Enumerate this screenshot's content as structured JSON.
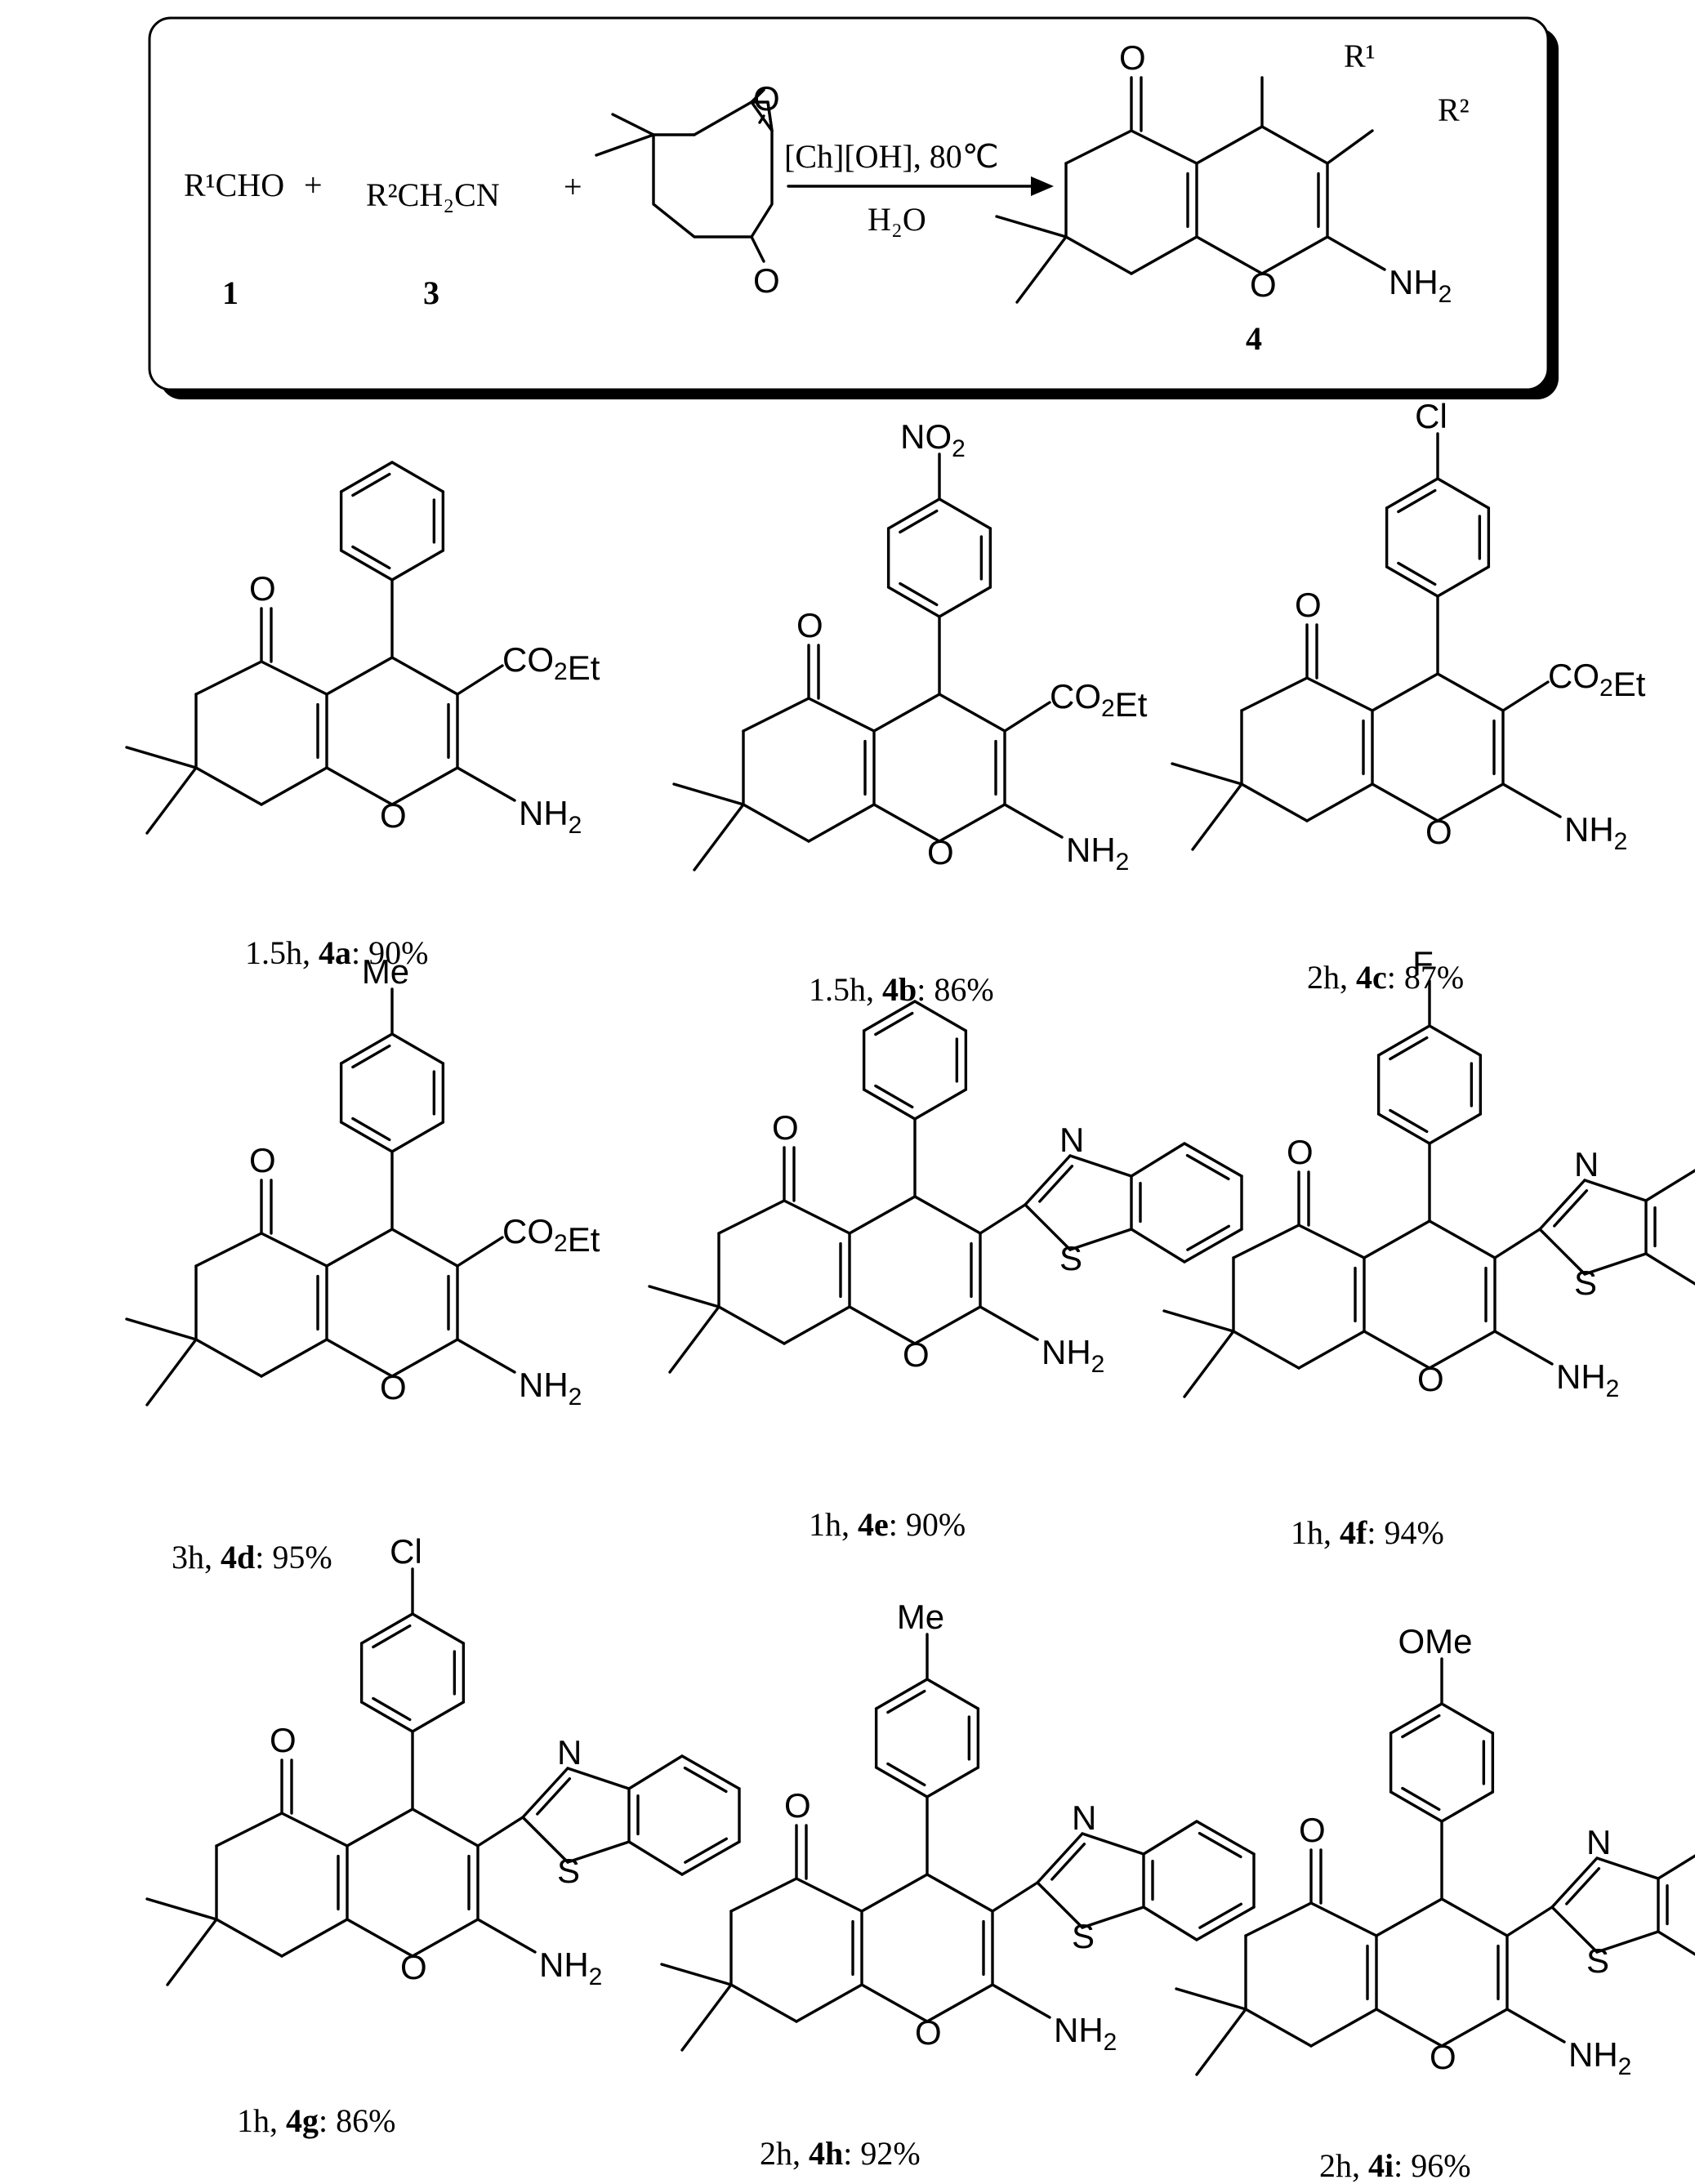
{
  "reaction": {
    "reagent_1": "R¹CHO",
    "plus_1": "+",
    "reagent_3": "R²CH₂CN",
    "plus_2": "+",
    "label_1": "1",
    "label_3": "3",
    "conditions_top": "[Ch][OH], 80℃",
    "conditions_bottom": "H₂O",
    "product_label": "4",
    "product_r1": "R¹",
    "product_r2": "R²"
  },
  "atoms": {
    "oxygen": "O",
    "amine": "NH₂",
    "ester": "CO₂Et",
    "nitrogen": "N",
    "sulfur": "S"
  },
  "products": [
    {
      "time": "1.5h",
      "id": "4a",
      "yield": "90%",
      "substituent": "",
      "group": "CO₂Et"
    },
    {
      "time": "1.5h",
      "id": "4b",
      "yield": "86%",
      "substituent": "NO₂",
      "group": "CO₂Et"
    },
    {
      "time": "2h",
      "id": "4c",
      "yield": "87%",
      "substituent": "Cl",
      "group": "CO₂Et"
    },
    {
      "time": "3h",
      "id": "4d",
      "yield": "95%",
      "substituent": "Me",
      "group": "CO₂Et"
    },
    {
      "time": "1h",
      "id": "4e",
      "yield": "90%",
      "substituent": "",
      "group": "benzothiazole"
    },
    {
      "time": "1h",
      "id": "4f",
      "yield": "94%",
      "substituent": "F",
      "group": "benzothiazole"
    },
    {
      "time": "1h",
      "id": "4g",
      "yield": "86%",
      "substituent": "Cl",
      "group": "benzothiazole"
    },
    {
      "time": "2h",
      "id": "4h",
      "yield": "92%",
      "substituent": "Me",
      "group": "benzothiazole"
    },
    {
      "time": "2h",
      "id": "4i",
      "yield": "96%",
      "substituent": "OMe",
      "group": "benzothiazole"
    }
  ],
  "colors": {
    "ink": "#000000",
    "background": "#ffffff",
    "box_shadow": "#000000"
  }
}
